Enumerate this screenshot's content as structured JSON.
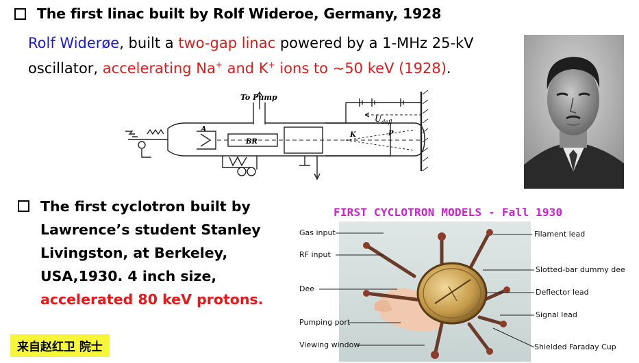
{
  "linac": {
    "heading": "The first linac built by Rolf Wideroe, Germany, 1928",
    "para": {
      "name": "Rolf Widerøe",
      "t1": ", built a ",
      "t2": "two-gap linac",
      "t3": " powered by a 1-MHz 25-kV",
      "t4": "oscillator, ",
      "t5": "accelerating Na",
      "sup1": "+",
      "t6": " and K",
      "sup2": "+",
      "t7": " ions to ~50 keV (1928)",
      "t8": "."
    },
    "diagram_labels": {
      "to_pump": "To Pump",
      "a": "A",
      "br": "BR",
      "k": "K",
      "p": "P",
      "u_defl": "U",
      "u_sub": "defl"
    }
  },
  "cyclotron": {
    "line1": "The first cyclotron built by",
    "line2": "Lawrence’s student Stanley",
    "line3": "Livingston, at Berkeley,",
    "line4": "USA,1930. 4 inch size,",
    "line5": "accelerated 80 keV protons.",
    "photo_title": "FIRST CYCLOTRON MODELS - Fall 1930",
    "left_labels": [
      "Gas input",
      "RF input",
      "Dee",
      "Pumping port",
      "Viewing window"
    ],
    "right_labels": [
      "Filament lead",
      "Slotted-bar dummy dee",
      "Deflector lead",
      "Signal lead",
      "Shielded Faraday Cup"
    ]
  },
  "note": "来自赵红卫 院士"
}
